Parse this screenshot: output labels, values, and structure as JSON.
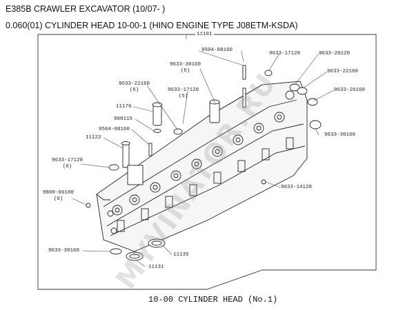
{
  "header": {
    "model": "E385B CRAWLER EXCAVATOR (10/07- )",
    "section": "0.060(01) CYLINDER HEAD 10-00-1 (HINO ENGINE TYPE J08ETM-KSDA)"
  },
  "frame_label": "11101",
  "callouts": {
    "c9504_08160_top": "9504-08160",
    "c9633_17120_top": "9633-17120",
    "c9633_20120": "9633-20120",
    "c9633_30160_top": "9633-30160",
    "c9633_30160_top_qty": "(6)",
    "c9633_22160_right": "9633-22160",
    "c9633_22160_left": "9633-22160",
    "c9633_22160_left_qty": "(6)",
    "c9633_17120_mid": "9633-17120",
    "c9633_17120_mid_qty": "(5)",
    "c9633_26160": "9633-26160",
    "c11176": "11176",
    "c900115": "900115",
    "c9504_08160_left": "9504-08160",
    "c11122": "11122",
    "c9633_30160_right": "9633-30160",
    "c9633_17120_left": "9633-17120",
    "c9633_17120_left_qty": "(6)",
    "c9633_14120": "9633-14120",
    "c9800_06100": "9800-06100",
    "c9800_06100_qty": "(6)",
    "c9633_30160_bottom": "9633-30160",
    "c11135": "11135",
    "c11131": "11131"
  },
  "caption": "10-00 CYLINDER HEAD (No.1)",
  "watermark": "MYVINATOR.RU"
}
